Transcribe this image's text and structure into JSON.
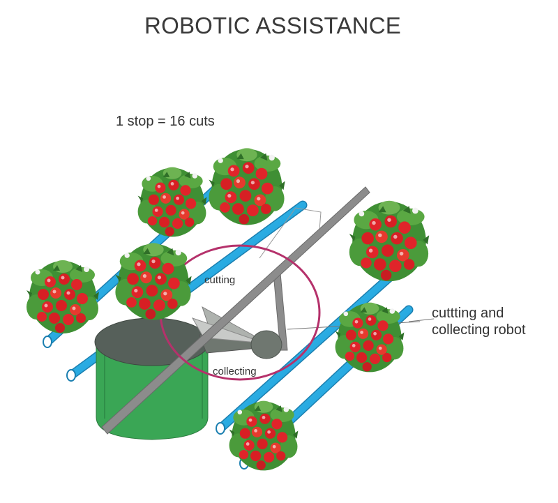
{
  "title": "ROBOTIC ASSISTANCE",
  "stop_note": "1 stop = 16 cuts",
  "labels": {
    "cutting": "cutting",
    "collecting": "collecting",
    "robot_line1": "cuttting and",
    "robot_line2": "collecting robot"
  },
  "colors": {
    "pipe": "#29abe2",
    "bin": "#3aa655",
    "bin_lid": "#56605a",
    "rail": "#8c8c8c",
    "circle": "#b5316b",
    "tomato": "#e0242a",
    "leaf": "#3f8f34"
  }
}
